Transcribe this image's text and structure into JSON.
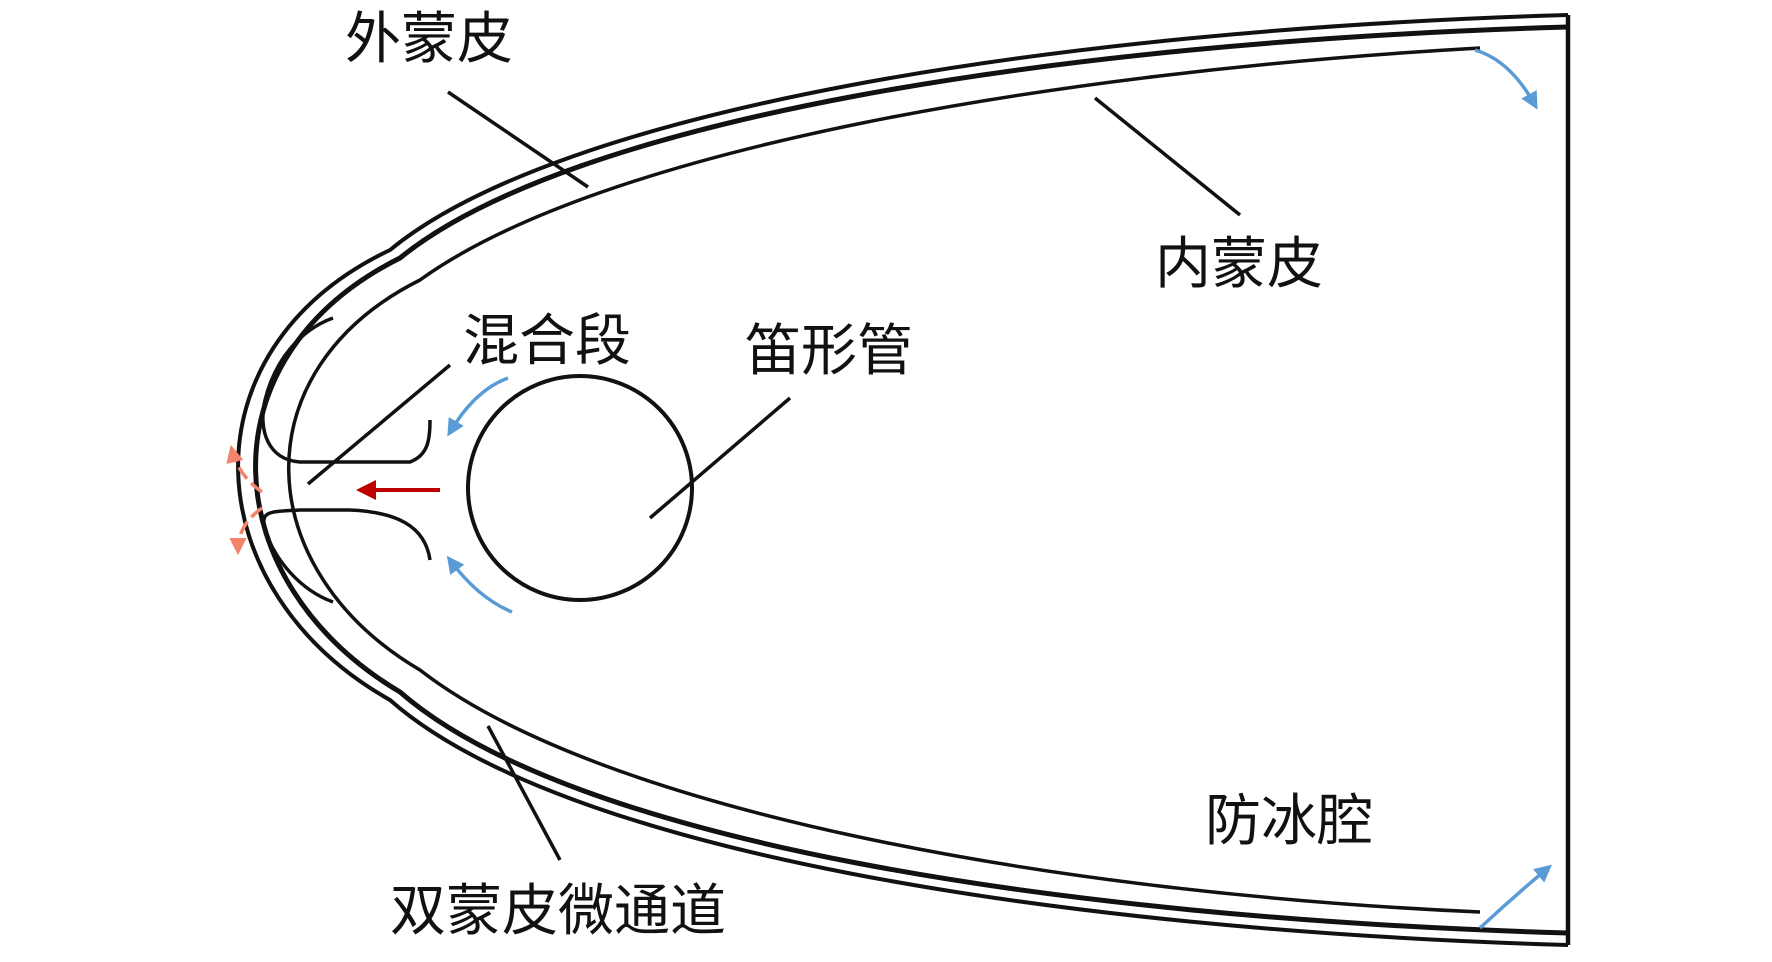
{
  "labels": {
    "outer_skin": "外蒙皮",
    "inner_skin": "内蒙皮",
    "mixing_section": "混合段",
    "piccolo_tube": "笛形管",
    "anti_icing_cavity": "防冰腔",
    "double_skin_microchannel": "双蒙皮微通道"
  },
  "colors": {
    "line": "#111111",
    "cool_flow_arrow": "#5b9bd5",
    "jet_arrow": "#c00000",
    "mixed_flow_arrow": "#f4836b"
  }
}
